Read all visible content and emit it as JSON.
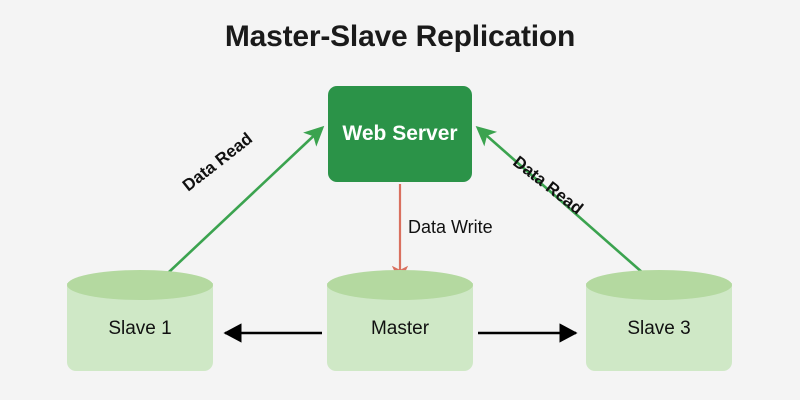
{
  "title": "Master-Slave Replication",
  "background_color": "#f4f4f4",
  "colors": {
    "web_server_fill": "#2b9348",
    "web_server_text": "#ffffff",
    "cylinder_body": "#cfe8c6",
    "cylinder_top": "#b4d9a0",
    "read_arrow": "#4caf50",
    "write_arrow": "#d9705f",
    "replication_arrow": "#000000",
    "label_text": "#111111"
  },
  "nodes": {
    "web_server": {
      "label": "Web Server",
      "type": "server-box"
    },
    "slave1": {
      "label": "Slave 1",
      "type": "database-cylinder"
    },
    "master": {
      "label": "Master",
      "type": "database-cylinder"
    },
    "slave3": {
      "label": "Slave 3",
      "type": "database-cylinder"
    }
  },
  "edges": [
    {
      "id": "read-left",
      "label": "Data Read",
      "from": "slave1",
      "to": "web-server",
      "color": "#4caf50"
    },
    {
      "id": "read-right",
      "label": "Data Read",
      "from": "slave3",
      "to": "web-server",
      "color": "#4caf50"
    },
    {
      "id": "write",
      "label": "Data Write",
      "from": "web-server",
      "to": "master",
      "color": "#d9705f"
    },
    {
      "id": "repl-left",
      "label": "",
      "from": "master",
      "to": "slave1",
      "color": "#000000"
    },
    {
      "id": "repl-right",
      "label": "",
      "from": "master",
      "to": "slave3",
      "color": "#000000"
    }
  ]
}
